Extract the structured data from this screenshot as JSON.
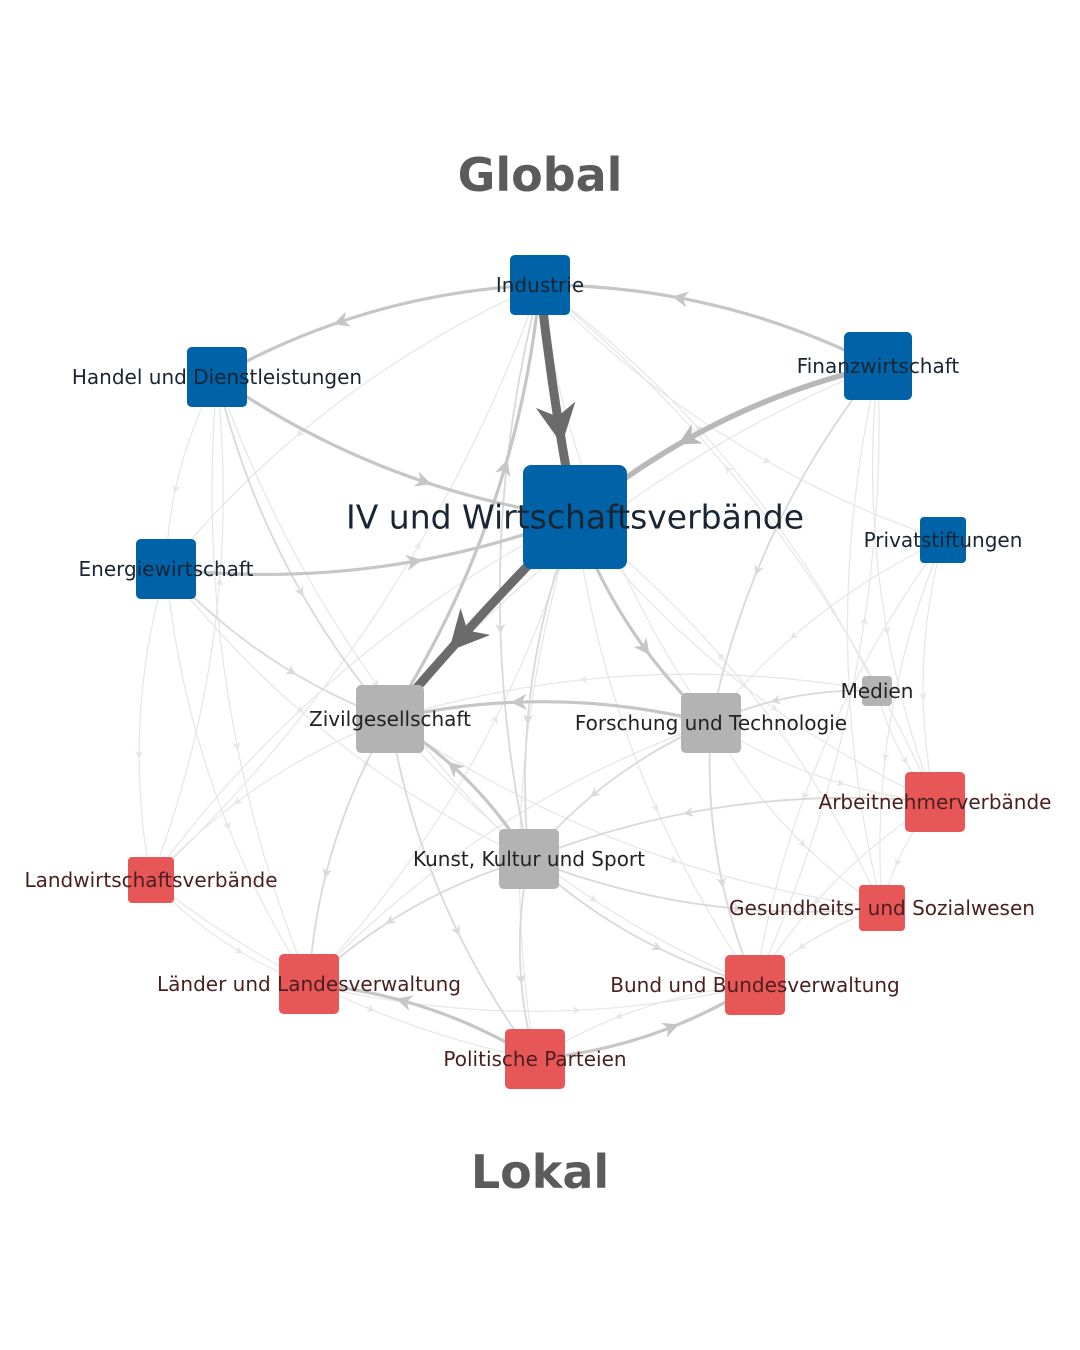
{
  "titles": {
    "top": "Global",
    "bottom": "Lokal"
  },
  "colors": {
    "global": "#0063a7",
    "neutral": "#b3b3b3",
    "local": "#e85757",
    "label_global": "#1a2533",
    "label_neutral": "#222222",
    "label_local": "#4a1f1f",
    "edge_light": "#e3e3e3",
    "edge_mid": "#c4c4c4",
    "edge_dark": "#6b6b6b"
  },
  "nodes": [
    {
      "id": "industrie",
      "label": "Industrie",
      "group": "global",
      "size": "m"
    },
    {
      "id": "handel",
      "label": "Handel und Dienstleistungen",
      "group": "global",
      "size": "m"
    },
    {
      "id": "finanz",
      "label": "Finanzwirtschaft",
      "group": "global",
      "size": "l"
    },
    {
      "id": "iv",
      "label": "IV und Wirtschaftsverbände",
      "group": "global",
      "size": "xl"
    },
    {
      "id": "energie",
      "label": "Energiewirtschaft",
      "group": "global",
      "size": "m"
    },
    {
      "id": "privat",
      "label": "Privatstiftungen",
      "group": "global",
      "size": "s"
    },
    {
      "id": "zivil",
      "label": "Zivilgesellschaft",
      "group": "neutral",
      "size": "l"
    },
    {
      "id": "forschung",
      "label": "Forschung und Technologie",
      "group": "neutral",
      "size": "m"
    },
    {
      "id": "medien",
      "label": "Medien",
      "group": "neutral",
      "size": "xs"
    },
    {
      "id": "kunst",
      "label": "Kunst, Kultur und Sport",
      "group": "neutral",
      "size": "m"
    },
    {
      "id": "arbeitnehmer",
      "label": "Arbeitnehmerverbände",
      "group": "local",
      "size": "m"
    },
    {
      "id": "landwirt",
      "label": "Landwirtschaftsverbände",
      "group": "local",
      "size": "s"
    },
    {
      "id": "gesundheit",
      "label": "Gesundheits- und Sozialwesen",
      "group": "local",
      "size": "s"
    },
    {
      "id": "laender",
      "label": "Länder und Landesverwaltung",
      "group": "local",
      "size": "m"
    },
    {
      "id": "bund",
      "label": "Bund und Bundesverwaltung",
      "group": "local",
      "size": "m"
    },
    {
      "id": "parteien",
      "label": "Politische Parteien",
      "group": "local",
      "size": "m"
    }
  ],
  "edges": [
    {
      "from": "industrie",
      "to": "iv",
      "weight": "heavy"
    },
    {
      "from": "iv",
      "to": "zivil",
      "weight": "heavy"
    },
    {
      "from": "finanz",
      "to": "iv",
      "weight": "strong"
    },
    {
      "from": "industrie",
      "to": "handel",
      "weight": "medium"
    },
    {
      "from": "finanz",
      "to": "industrie",
      "weight": "medium"
    },
    {
      "from": "handel",
      "to": "iv",
      "weight": "medium"
    },
    {
      "from": "energie",
      "to": "iv",
      "weight": "medium"
    },
    {
      "from": "iv",
      "to": "forschung",
      "weight": "medium"
    },
    {
      "from": "forschung",
      "to": "zivil",
      "weight": "medium"
    },
    {
      "from": "kunst",
      "to": "zivil",
      "weight": "medium"
    },
    {
      "from": "zivil",
      "to": "industrie",
      "weight": "medium"
    },
    {
      "from": "parteien",
      "to": "laender",
      "weight": "medium"
    },
    {
      "from": "parteien",
      "to": "bund",
      "weight": "medium"
    },
    {
      "from": "industrie",
      "to": "kunst",
      "weight": "light"
    },
    {
      "from": "handel",
      "to": "zivil",
      "weight": "light"
    },
    {
      "from": "energie",
      "to": "zivil",
      "weight": "light"
    },
    {
      "from": "finanz",
      "to": "forschung",
      "weight": "light"
    },
    {
      "from": "iv",
      "to": "kunst",
      "weight": "light"
    },
    {
      "from": "forschung",
      "to": "kunst",
      "weight": "light"
    },
    {
      "from": "forschung",
      "to": "bund",
      "weight": "light"
    },
    {
      "from": "kunst",
      "to": "parteien",
      "weight": "light"
    },
    {
      "from": "kunst",
      "to": "laender",
      "weight": "light"
    },
    {
      "from": "kunst",
      "to": "bund",
      "weight": "light"
    },
    {
      "from": "kunst",
      "to": "gesundheit",
      "weight": "light"
    },
    {
      "from": "arbeitnehmer",
      "to": "kunst",
      "weight": "light"
    },
    {
      "from": "zivil",
      "to": "laender",
      "weight": "light"
    },
    {
      "from": "zivil",
      "to": "parteien",
      "weight": "light"
    },
    {
      "from": "medien",
      "to": "forschung",
      "weight": "light"
    },
    {
      "from": "privat",
      "to": "forschung",
      "weight": "faint"
    },
    {
      "from": "finanz",
      "to": "arbeitnehmer",
      "weight": "faint"
    },
    {
      "from": "finanz",
      "to": "gesundheit",
      "weight": "faint"
    },
    {
      "from": "finanz",
      "to": "zivil",
      "weight": "faint"
    },
    {
      "from": "handel",
      "to": "energie",
      "weight": "faint"
    },
    {
      "from": "handel",
      "to": "kunst",
      "weight": "faint"
    },
    {
      "from": "handel",
      "to": "laender",
      "weight": "faint"
    },
    {
      "from": "energie",
      "to": "landwirt",
      "weight": "faint"
    },
    {
      "from": "energie",
      "to": "laender",
      "weight": "faint"
    },
    {
      "from": "energie",
      "to": "kunst",
      "weight": "faint"
    },
    {
      "from": "industrie",
      "to": "forschung",
      "weight": "faint"
    },
    {
      "from": "industrie",
      "to": "privat",
      "weight": "faint"
    },
    {
      "from": "industrie",
      "to": "energie",
      "weight": "faint"
    },
    {
      "from": "iv",
      "to": "parteien",
      "weight": "faint"
    },
    {
      "from": "iv",
      "to": "bund",
      "weight": "faint"
    },
    {
      "from": "iv",
      "to": "landwirt",
      "weight": "faint"
    },
    {
      "from": "iv",
      "to": "arbeitnehmer",
      "weight": "faint"
    },
    {
      "from": "privat",
      "to": "arbeitnehmer",
      "weight": "faint"
    },
    {
      "from": "privat",
      "to": "gesundheit",
      "weight": "faint"
    },
    {
      "from": "medien",
      "to": "arbeitnehmer",
      "weight": "faint"
    },
    {
      "from": "medien",
      "to": "zivil",
      "weight": "faint"
    },
    {
      "from": "forschung",
      "to": "gesundheit",
      "weight": "faint"
    },
    {
      "from": "forschung",
      "to": "arbeitnehmer",
      "weight": "faint"
    },
    {
      "from": "forschung",
      "to": "laender",
      "weight": "faint"
    },
    {
      "from": "zivil",
      "to": "bund",
      "weight": "faint"
    },
    {
      "from": "zivil",
      "to": "landwirt",
      "weight": "faint"
    },
    {
      "from": "zivil",
      "to": "gesundheit",
      "weight": "faint"
    },
    {
      "from": "landwirt",
      "to": "laender",
      "weight": "faint"
    },
    {
      "from": "landwirt",
      "to": "parteien",
      "weight": "faint"
    },
    {
      "from": "landwirt",
      "to": "handel",
      "weight": "faint"
    },
    {
      "from": "arbeitnehmer",
      "to": "bund",
      "weight": "faint"
    },
    {
      "from": "arbeitnehmer",
      "to": "gesundheit",
      "weight": "faint"
    },
    {
      "from": "gesundheit",
      "to": "bund",
      "weight": "faint"
    },
    {
      "from": "laender",
      "to": "bund",
      "weight": "faint"
    },
    {
      "from": "bund",
      "to": "parteien",
      "weight": "faint"
    },
    {
      "from": "laender",
      "to": "iv",
      "weight": "faint"
    },
    {
      "from": "gesundheit",
      "to": "iv",
      "weight": "faint"
    },
    {
      "from": "arbeitnehmer",
      "to": "industrie",
      "weight": "faint"
    },
    {
      "from": "landwirt",
      "to": "industrie",
      "weight": "faint"
    },
    {
      "from": "bund",
      "to": "finanz",
      "weight": "faint"
    },
    {
      "from": "medien",
      "to": "industrie",
      "weight": "faint"
    },
    {
      "from": "privat",
      "to": "bund",
      "weight": "faint"
    }
  ]
}
